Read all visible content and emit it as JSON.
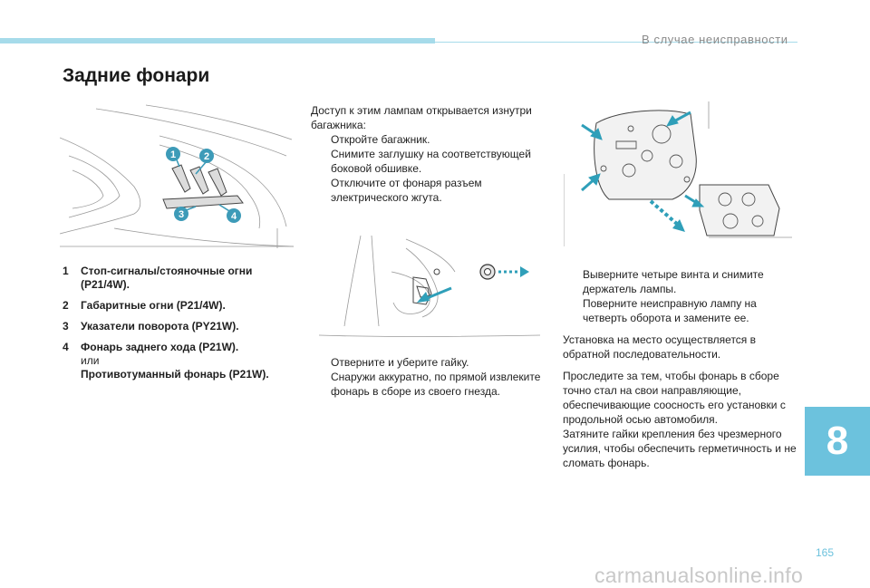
{
  "header": {
    "chapter_title": "В случае неисправности"
  },
  "page_title": "Задние фонари",
  "figures": {
    "lights": {
      "callouts": [
        "1",
        "2",
        "3",
        "4"
      ]
    }
  },
  "legend": [
    {
      "num": "1",
      "label": "Стоп-сигналы/стояночные огни (P21/4W)."
    },
    {
      "num": "2",
      "label": "Габаритные огни (P21/4W)."
    },
    {
      "num": "3",
      "label": "Указатели поворота (PY21W)."
    },
    {
      "num": "4",
      "label": "Фонарь заднего хода (P21W).",
      "sub": "или",
      "alt": "Противотуманный фонарь (P21W)."
    }
  ],
  "bullet_mark": "",
  "col2": {
    "intro": "Доступ к этим лампам открывается изнутри багажника:",
    "steps": [
      "Откройте багажник.",
      "Снимите заглушку на соответствующей боковой обшивке.",
      "Отключите от фонаря разъем электрического жгута."
    ],
    "steps2": [
      "Отверните и уберите гайку.",
      "Снаружи аккуратно, по прямой извлеките фонарь в сборе из своего гнезда."
    ]
  },
  "col3": {
    "steps": [
      "Выверните четыре винта и снимите держатель лампы.",
      "Поверните неисправную лампу на четверть оборота и замените ее."
    ],
    "para1": "Установка на место осуществляется в обратной последовательности.",
    "para2": "Проследите за тем, чтобы фонарь в сборе точно стал на свои направляющие, обеспечивающие соосность его установки с продольной осью автомобиля.",
    "para3": "Затяните гайки крепления без чрезмерного усилия, чтобы обеспечить герметичность и не сломать фонарь."
  },
  "chapter_number": "8",
  "page_number": "165",
  "watermark": "carmanualsonline.info",
  "colors": {
    "accent": "#6cc2dd",
    "callout": "#3d9bb8"
  }
}
